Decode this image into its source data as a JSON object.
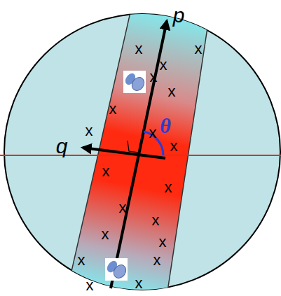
{
  "diagram": {
    "labels": [
      "p",
      "q",
      "θ",
      "x",
      "x",
      "x",
      "x",
      "x",
      "x",
      "x",
      "x",
      "x",
      "x",
      "x",
      "x",
      "x",
      "x",
      "x",
      "x",
      "x",
      "x",
      "x"
    ]
  }
}
